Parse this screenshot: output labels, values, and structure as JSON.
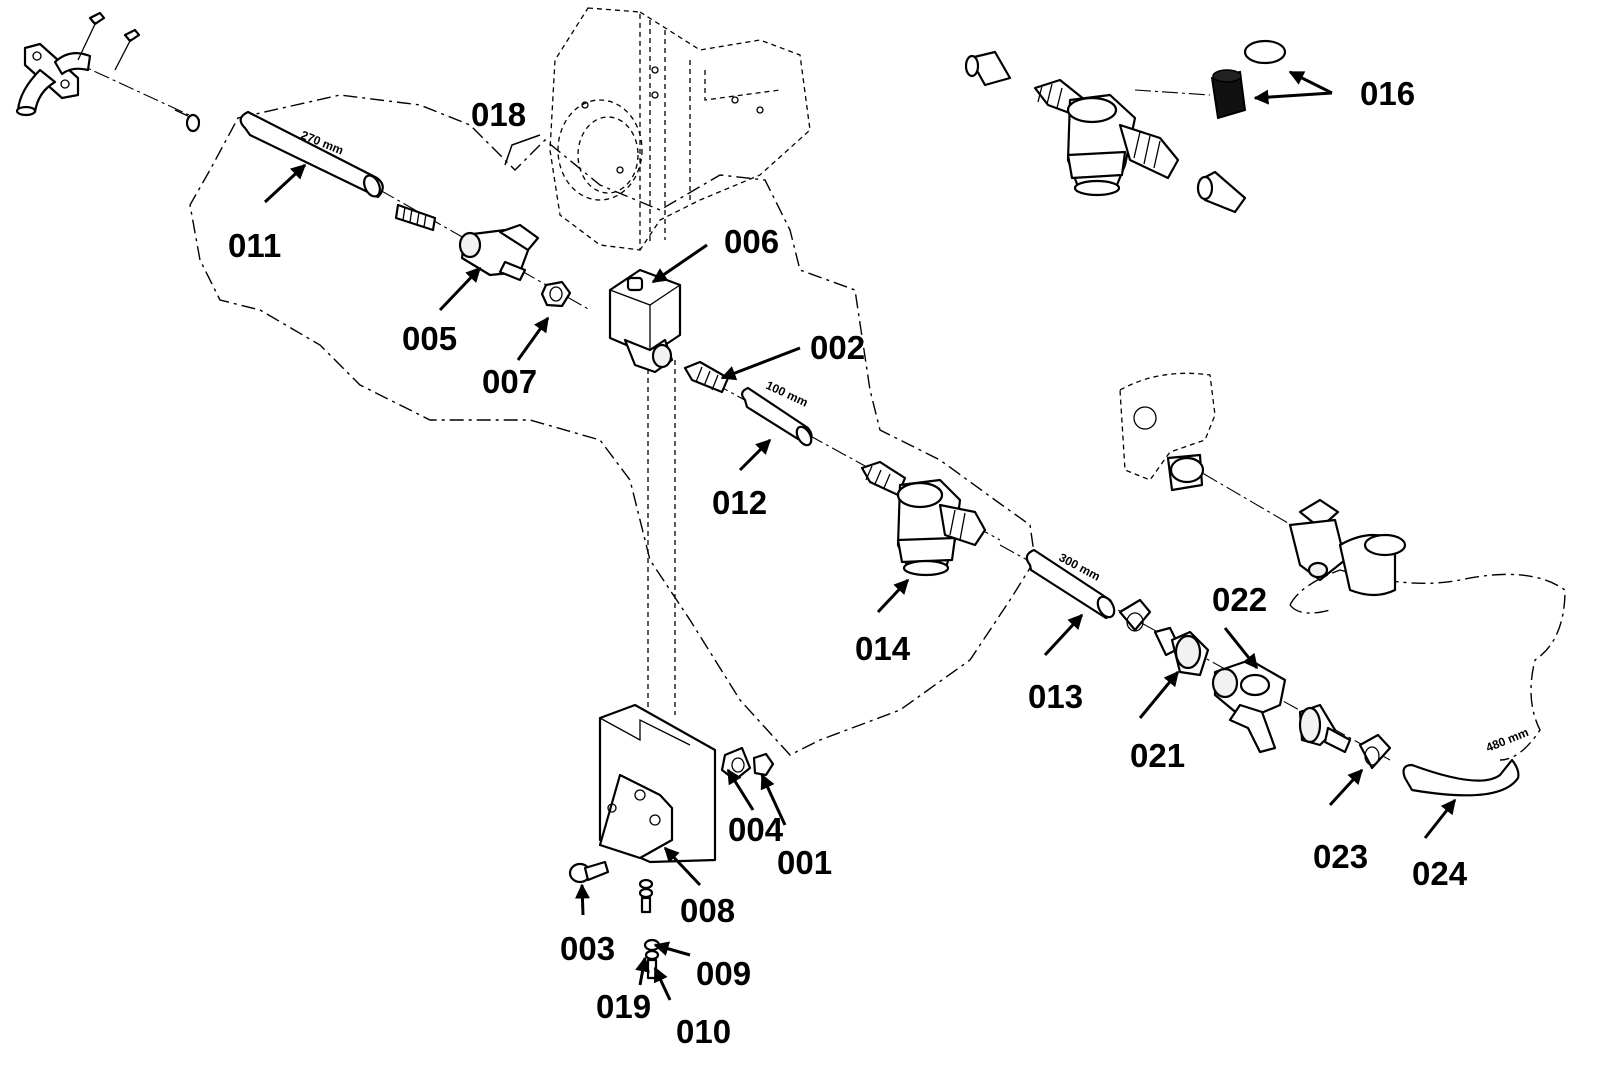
{
  "parts": {
    "p001": "001",
    "p002": "002",
    "p003": "003",
    "p004": "004",
    "p005": "005",
    "p006": "006",
    "p007": "007",
    "p008": "008",
    "p009": "009",
    "p010": "010",
    "p011": "011",
    "p012": "012",
    "p013": "013",
    "p014": "014",
    "p016": "016",
    "p018": "018",
    "p019": "019",
    "p021": "021",
    "p022": "022",
    "p023": "023",
    "p024": "024"
  },
  "dimensions": {
    "hose_011": "270 mm",
    "hose_012": "100 mm",
    "hose_013": "300 mm",
    "hose_024": "480 mm"
  }
}
